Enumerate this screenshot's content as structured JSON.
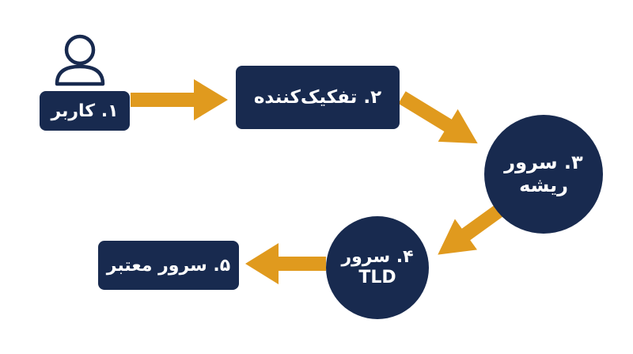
{
  "colors": {
    "node_fill": "#182a4f",
    "node_text": "#ffffff",
    "arrow": "#e09a1e",
    "icon_stroke": "#182a4f"
  },
  "icons": {
    "user": "user-icon"
  },
  "nodes": {
    "user": {
      "label": "۱. کاربر"
    },
    "resolver": {
      "label": "۲. تفکیک‌کننده"
    },
    "root": {
      "line1": "۳. سرور",
      "line2": "ریشه"
    },
    "tld": {
      "line1": "۴. سرور",
      "line2": "TLD"
    },
    "authoritative": {
      "label": "۵. سرور معتبر"
    }
  }
}
